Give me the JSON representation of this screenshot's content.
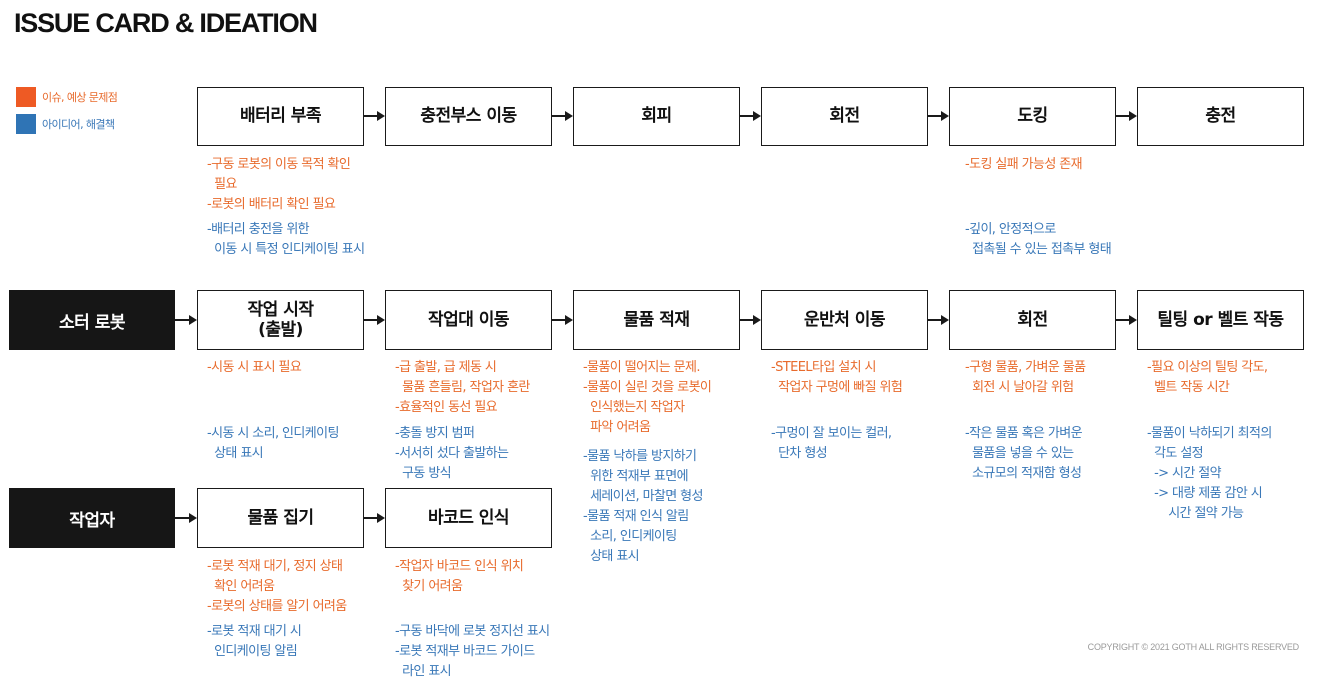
{
  "title": "ISSUE CARD & IDEATION",
  "legend": {
    "issue": {
      "label": "이슈, 예상 문제점",
      "color": "#ee5a24"
    },
    "idea": {
      "label": "아이디어, 해결책",
      "color": "#2f74b5"
    }
  },
  "rows": {
    "top": {
      "steps": [
        "배터리 부족",
        "충전부스 이동",
        "회피",
        "회전",
        "도킹",
        "충전"
      ]
    },
    "robot": {
      "actor": "소터 로봇",
      "steps": [
        "작업 시작\n(출발)",
        "작업대 이동",
        "물품 적재",
        "운반처 이동",
        "회전",
        "틸팅 or 벨트 작동"
      ]
    },
    "worker": {
      "actor": "작업자",
      "steps": [
        "물품 집기",
        "바코드 인식"
      ]
    }
  },
  "notes": {
    "battery_issue": "-구동 로봇의 이동 목적 확인\n  필요\n-로봇의 배터리 확인 필요",
    "battery_idea": "-배터리 충전을 위한\n  이동 시 특정 인디케이팅 표시",
    "docking_issue": "-도킹 실패 가능성 존재",
    "docking_idea": "-깊이, 안정적으로\n  접촉될 수 있는 접촉부 형태",
    "start_issue": "-시동 시 표시 필요",
    "start_idea": "-시동 시 소리, 인디케이팅\n  상태 표시",
    "move_issue": "-급 출발, 급 제동 시\n  물품 흔들림, 작업자 혼란\n-효율적인 동선 필요",
    "move_idea": "-충돌 방지 범퍼\n-서서히 섰다 출발하는\n  구동 방식",
    "load_issue": "-물품이 떨어지는 문제.\n-물품이 실린 것을 로봇이\n  인식했는지 작업자\n  파악 어려움",
    "load_idea": "-물품 낙하를 방지하기\n  위한 적재부 표면에\n  세레이션, 마찰면 형성\n-물품 적재 인식 알림\n  소리, 인디케이팅\n  상태 표시",
    "transport_issue": "-STEEL타입 설치 시\n  작업자 구멍에 빠질 위험",
    "transport_idea": "-구멍이 잘 보이는 컬러,\n  단차 형성",
    "rotate_issue": "-구형 물품, 가벼운 물품\n  회전 시 날아갈 위험",
    "rotate_idea": "-작은 물품 혹은 가벼운\n  물품을 넣을 수 있는\n  소규모의 적재함 형성",
    "tilt_issue": "-필요 이상의 틸팅 각도,\n  벨트 작동 시간",
    "tilt_idea": "-물품이 낙하되기 최적의\n  각도 설정\n  -> 시간 절약\n  -> 대량 제품 감안 시\n      시간 절약 가능",
    "pick_issue": "-로봇 적재 대기, 정지 상태\n  확인 어려움\n-로봇의 상태를 알기 어려움",
    "pick_idea": "-로봇 적재 대기 시\n  인디케이팅 알림",
    "barcode_issue": "-작업자 바코드 인식 위치\n  찾기 어려움",
    "barcode_idea": "-구동 바닥에 로봇 정지선 표시\n-로봇 적재부 바코드 가이드\n  라인 표시"
  },
  "copyright": "COPYRIGHT © 2021 GOTH ALL RIGHTS RESERVED"
}
